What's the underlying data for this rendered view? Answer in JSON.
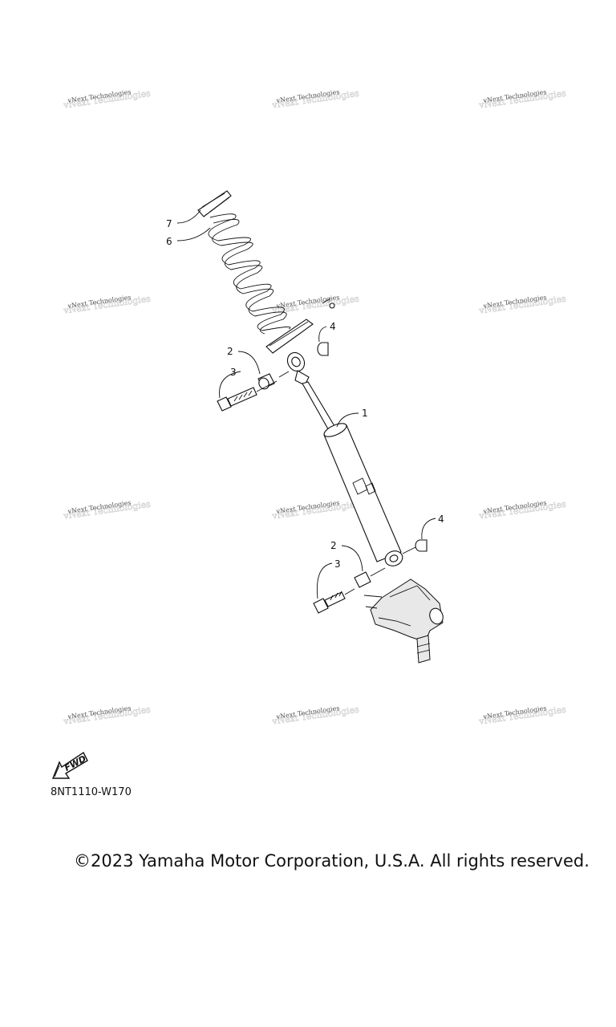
{
  "watermark": {
    "text": "vNext Technologies"
  },
  "callouts": {
    "c1": "1",
    "c2_top": "2",
    "c2_bottom": "2",
    "c3_top": "3",
    "c3_bottom": "3",
    "c4_top": "4",
    "c4_bottom": "4",
    "c6": "6",
    "c7": "7"
  },
  "fwd_label": "FWD",
  "diagram_code": "8NT1110-W170",
  "copyright": "©2023 Yamaha Motor Corporation, U.S.A. All rights reserved."
}
